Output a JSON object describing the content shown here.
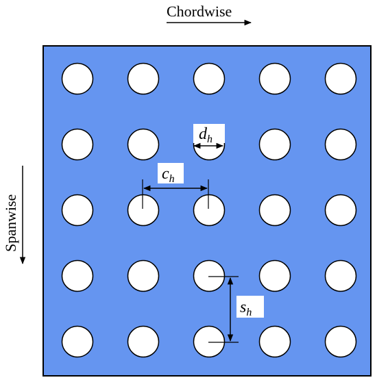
{
  "labels": {
    "chordwise": "Chordwise",
    "spanwise": "Spanwise",
    "d": "d",
    "d_sub": "h",
    "c": "c",
    "c_sub": "h",
    "s": "s",
    "s_sub": "h"
  },
  "grid": {
    "rows": 5,
    "columns": 5
  },
  "colors": {
    "plate": "#6595f0",
    "hole": "#ffffff",
    "outline": "#000000",
    "label_box": "#ffffff"
  }
}
